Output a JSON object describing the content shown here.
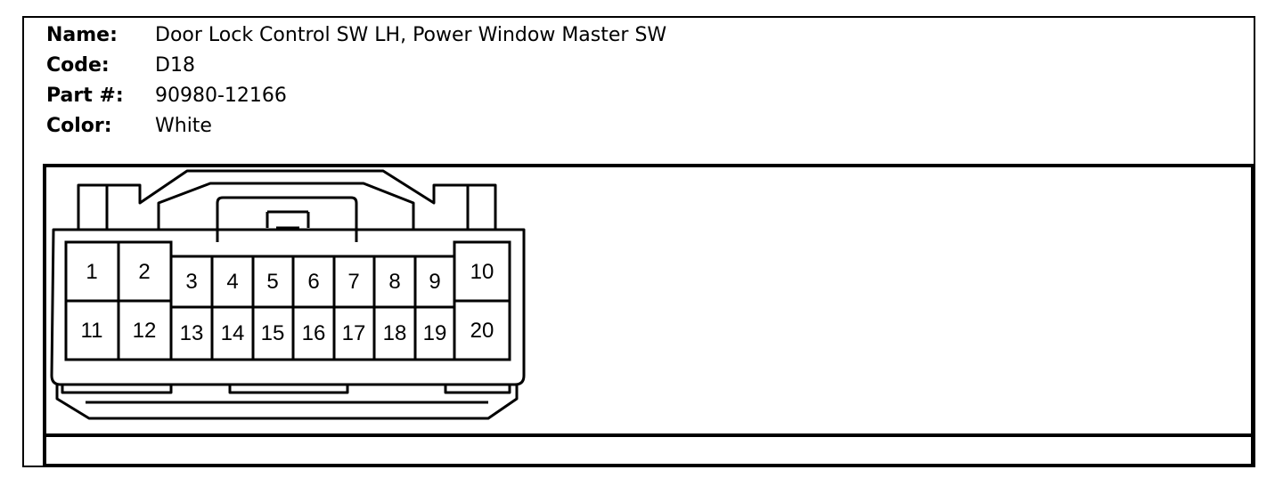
{
  "info": {
    "name_label": "Name:",
    "name_value": "Door Lock Control SW LH, Power Window Master SW",
    "code_label": "Code:",
    "code_value": "D18",
    "part_label": "Part #:",
    "part_value": "90980-12166",
    "color_label": "Color:",
    "color_value": "White"
  },
  "pins": {
    "p1": "1",
    "p2": "2",
    "p3": "3",
    "p4": "4",
    "p5": "5",
    "p6": "6",
    "p7": "7",
    "p8": "8",
    "p9": "9",
    "p10": "10",
    "p11": "11",
    "p12": "12",
    "p13": "13",
    "p14": "14",
    "p15": "15",
    "p16": "16",
    "p17": "17",
    "p18": "18",
    "p19": "19",
    "p20": "20"
  }
}
